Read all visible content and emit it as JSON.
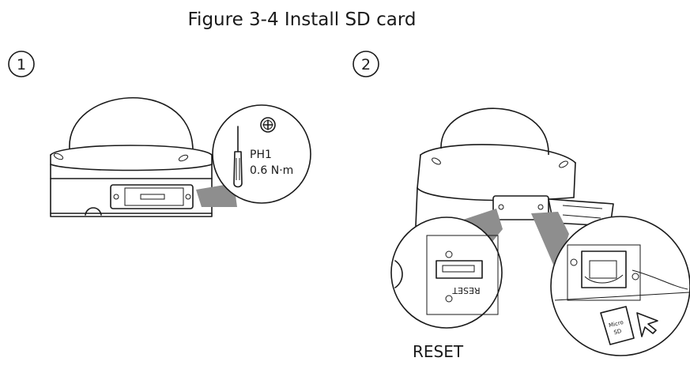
{
  "figure": {
    "caption": "Figure 3-4 Install SD card"
  },
  "steps": [
    {
      "number": "1"
    },
    {
      "number": "2"
    }
  ],
  "tool": {
    "bit": "PH1",
    "torque": "0.6 N·m"
  },
  "labels": {
    "panel_text": "RESET",
    "reset_callout": "RESET",
    "card_text_1": "Micro",
    "card_text_2": "SD"
  },
  "colors": {
    "line": "#1a1a1a",
    "callout_beam": "#8e8e8e"
  },
  "icons": {
    "phillips_head": "phillips-head-icon",
    "screwdriver": "screwdriver-icon",
    "insert_arrow": "arrow-icon"
  }
}
